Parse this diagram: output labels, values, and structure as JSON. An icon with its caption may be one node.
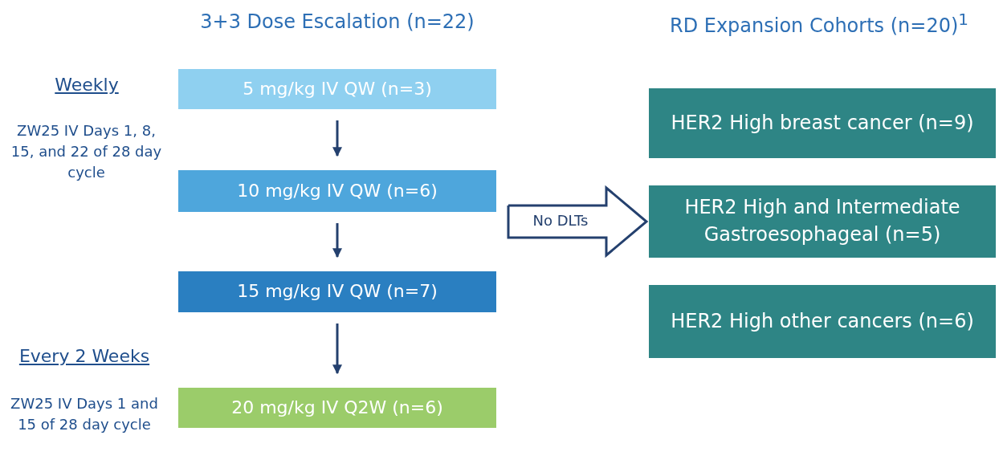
{
  "diagram": {
    "nodes": [
      {
        "text": [
          "5 mg/kg IV QW (n=3)"
        ]
      },
      {
        "text": [
          "10 mg/kg IV QW (n=6)"
        ]
      },
      {
        "text": [
          "15 mg/kg IV QW (n=7)"
        ]
      },
      {
        "text": [
          "20 mg/kg IV Q2W (n=6)"
        ]
      },
      {
        "text": [
          "HER2 High breast cancer (n=9)"
        ]
      },
      {
        "text": [
          "HER2 High and Intermediate Gastroesophageal (n=5)"
        ]
      },
      {
        "text": [
          "HER2 High other cancers (n=6)"
        ]
      }
    ],
    "edges": [
      {
        "from": 0,
        "to": 1,
        "arrow": "to"
      },
      {
        "from": 1,
        "to": 2,
        "arrow": "to"
      },
      {
        "from": 2,
        "to": 3,
        "arrow": "to"
      },
      {
        "from": null,
        "to": 5,
        "arrow": "to",
        "label": "No DLTs",
        "style": "thick"
      }
    ],
    "labels": [
      "3+3 Dose Escalation (n=22)",
      "RD Expansion Cohorts (n=20)$^{1}$",
      "Weekly",
      "ZW25 IV Days 1, 8, 15, and 22 of 28 day cycle",
      "Every 2 Weeks",
      "ZW25 IV Days 1 and 15 of 28 day cycle"
    ]
  }
}
